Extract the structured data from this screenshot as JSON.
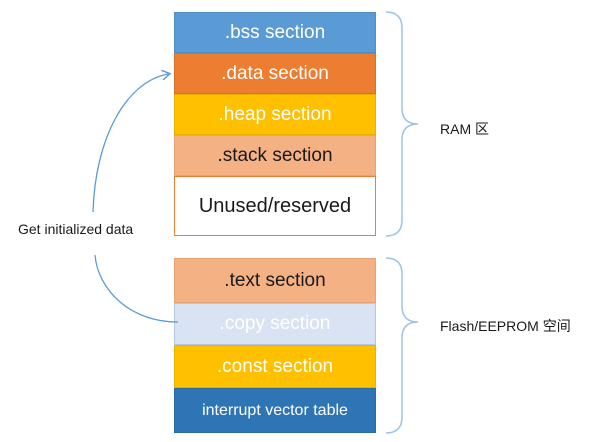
{
  "ram_blocks": {
    "bss": ".bss section",
    "data": ".data section",
    "heap": ".heap section",
    "stack": ".stack section",
    "unused": "Unused/reserved"
  },
  "flash_blocks": {
    "text": ".text section",
    "copy": ".copy section",
    "const": ".const section",
    "ivt": "interrupt vector table"
  },
  "labels": {
    "ram": "RAM 区",
    "flash": "Flash/EEPROM 空间",
    "get_initialized": "Get initialized data"
  },
  "colors": {
    "blue": "#5b9bd5",
    "orange": "#ed7d31",
    "gold": "#ffc000",
    "peach": "#f4b183",
    "light_blue": "#dae3f3",
    "dark_blue": "#2e75b6",
    "arrow": "#5b9bd5"
  }
}
